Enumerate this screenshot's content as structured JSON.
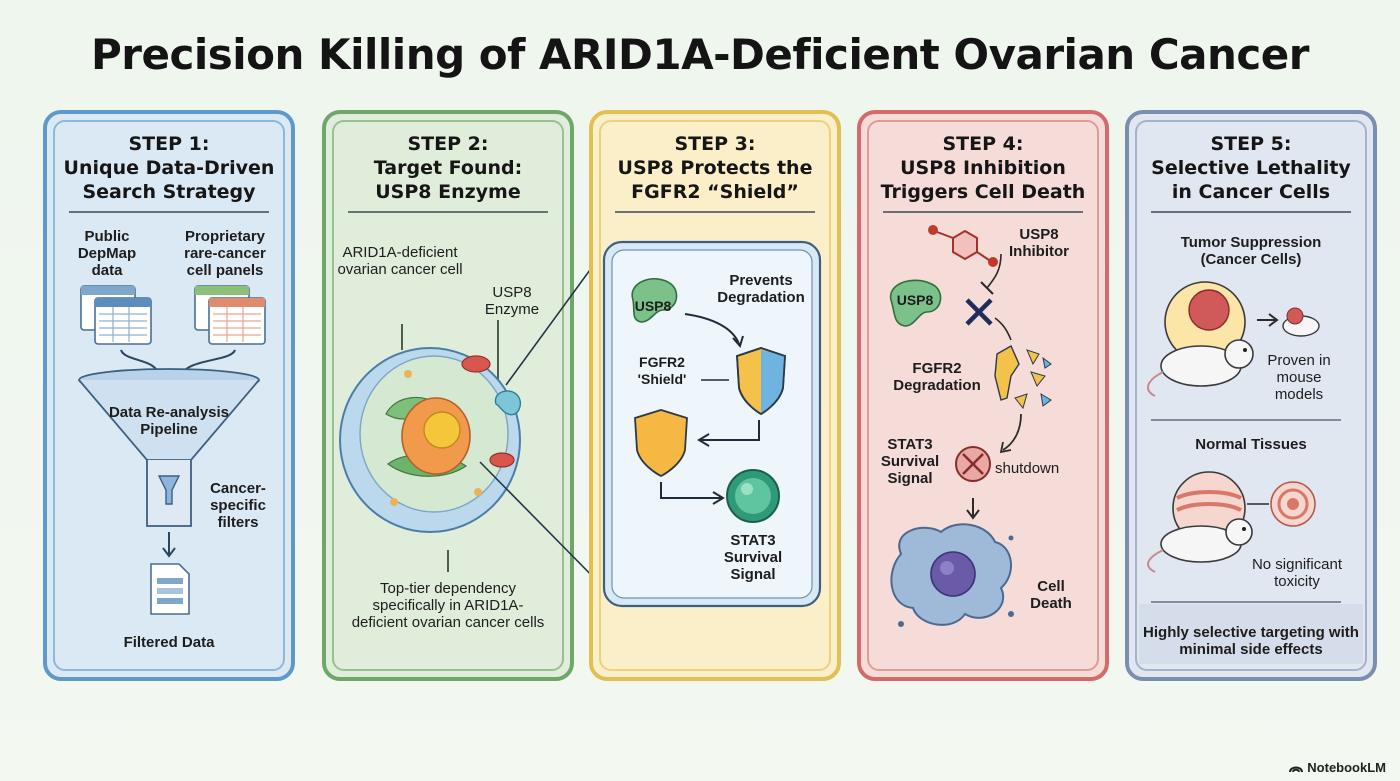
{
  "title": "Precision Killing of ARID1A-Deficient Ovarian Cancer",
  "brand": "NotebookLM",
  "steps": [
    {
      "label": "STEP 1:",
      "title_line1": "Unique Data-Driven",
      "title_line2": "Search Strategy",
      "public_data": "Public DepMap data",
      "proprietary_data": "Proprietary rare-cancer cell panels",
      "pipeline": "Data Re-analysis Pipeline",
      "filters": "Cancer-specific filters",
      "output": "Filtered Data"
    },
    {
      "label": "STEP 2:",
      "title_line1": "Target Found:",
      "title_line2": "USP8 Enzyme",
      "cell_label": "ARID1A-deficient ovarian cancer cell",
      "enzyme_label": "USP8 Enzyme",
      "dependency": "Top-tier dependency specifically in ARID1A-deficient ovarian cancer cells"
    },
    {
      "label": "STEP 3:",
      "title_line1": "USP8 Protects the",
      "title_line2": "FGFR2 “Shield”",
      "usp8": "USP8",
      "prevents": "Prevents Degradation",
      "fgfr2": "FGFR2 'Shield'",
      "stat3": "STAT3 Survival Signal"
    },
    {
      "label": "STEP 4:",
      "title_line1": "USP8 Inhibition",
      "title_line2": "Triggers Cell Death",
      "inhibitor": "USP8 Inhibitor",
      "usp8": "USP8",
      "degradation": "FGFR2 Degradation",
      "stat3": "STAT3 Survival Signal",
      "shutdown": "shutdown",
      "death": "Cell Death"
    },
    {
      "label": "STEP 5:",
      "title_line1": "Selective Lethality",
      "title_line2": "in Cancer Cells",
      "tumor_heading": "Tumor Suppression (Cancer Cells)",
      "proven": "Proven in mouse models",
      "normal_heading": "Normal Tissues",
      "no_toxicity": "No significant toxicity",
      "summary": "Highly selective targeting with minimal side effects"
    }
  ]
}
